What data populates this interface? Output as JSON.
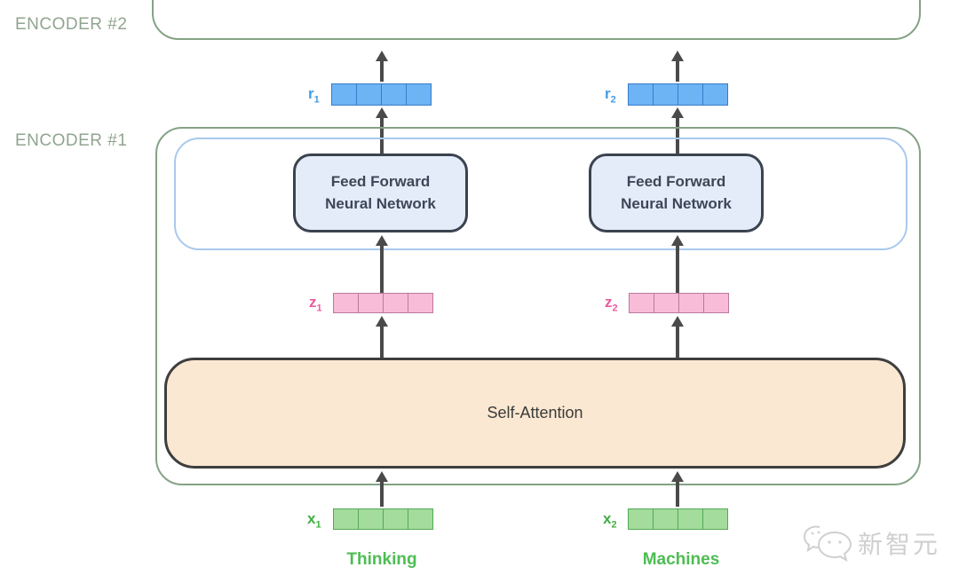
{
  "labels": {
    "encoder2": "ENCODER #2",
    "encoder1": "ENCODER #1"
  },
  "boxes": {
    "feed_forward_line1": "Feed Forward",
    "feed_forward_line2": "Neural Network",
    "self_attention": "Self-Attention"
  },
  "vectors": {
    "r1": {
      "base": "r",
      "sub": "1",
      "cells": 4
    },
    "r2": {
      "base": "r",
      "sub": "2",
      "cells": 4
    },
    "z1": {
      "base": "z",
      "sub": "1",
      "cells": 4
    },
    "z2": {
      "base": "z",
      "sub": "2",
      "cells": 4
    },
    "x1": {
      "base": "x",
      "sub": "1",
      "cells": 4
    },
    "x2": {
      "base": "x",
      "sub": "2",
      "cells": 4
    }
  },
  "tokens": {
    "token1": "Thinking",
    "token2": "Machines"
  },
  "watermark": {
    "icon": "wechat-chat-bubbles-icon",
    "text": "新智元"
  },
  "colors": {
    "encoder_border": "#85a285",
    "encoder_label": "#90a490",
    "ff_container_border": "#a9c9ed",
    "ff_fill": "#e4ecfa",
    "ff_border": "#3b4350",
    "ff_text": "#3d4755",
    "self_attention_fill": "#fbe8d2",
    "self_attention_border": "#3e3e3e",
    "r_vector_fill": "#6db4f4",
    "r_vector_border": "#3a7bc8",
    "r_label": "#3f9ce8",
    "z_vector_fill": "#f9bcd8",
    "z_vector_border": "#b9799f",
    "z_label": "#ee5a9f",
    "x_vector_fill": "#a3dc9c",
    "x_vector_border": "#55a855",
    "x_label": "#3faf44",
    "token_label": "#4dbd53",
    "arrow": "#4a4a4a",
    "watermark": "#cfcfcf"
  }
}
